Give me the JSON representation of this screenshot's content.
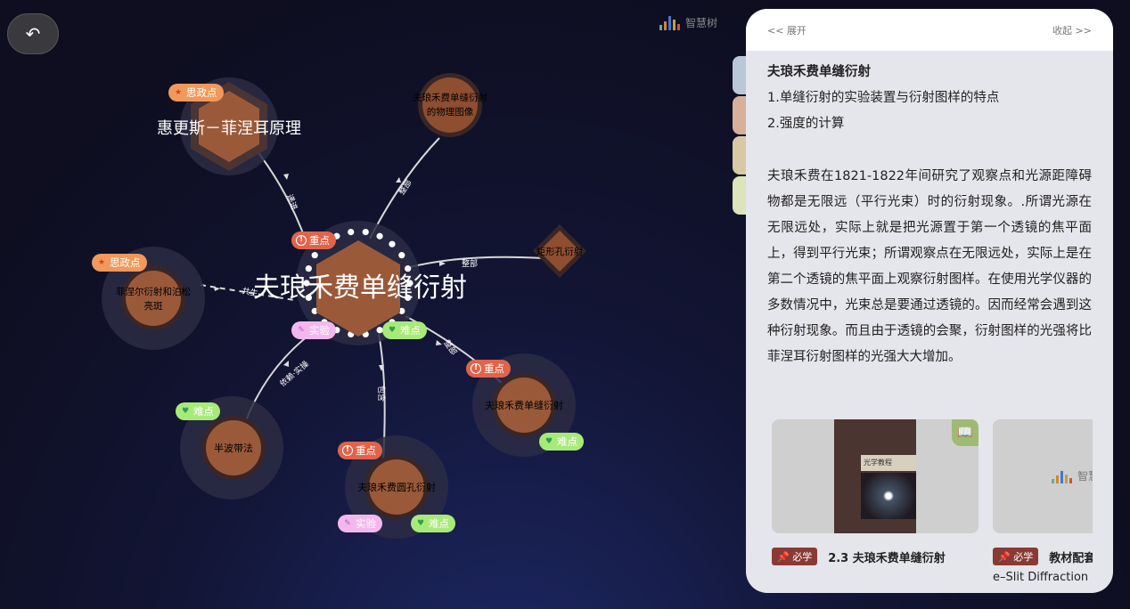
{
  "back_button": {
    "icon": "undo-arrow",
    "glyph": "↶"
  },
  "logo": {
    "text": "智慧树"
  },
  "graph": {
    "center": {
      "label": "夫琅禾费单缝衍射",
      "badges": [
        "重点",
        "实验",
        "难点"
      ]
    },
    "nodes": [
      {
        "id": "huygens",
        "label": "惠更斯－菲涅耳原理",
        "badge": "思政点",
        "edge": "递进"
      },
      {
        "id": "physics",
        "label_lines": [
          "夫琅禾费单缝衍射",
          "的物理图像"
        ],
        "edge": "整部"
      },
      {
        "id": "rect",
        "label": "矩形孔衍射",
        "edge": "整部"
      },
      {
        "id": "fresnel",
        "label_lines": [
          "菲涅尔衍射和泊松",
          "亮斑"
        ],
        "badge": "思政点",
        "edge": "共生"
      },
      {
        "id": "halfwave",
        "label": "半波带法",
        "badge": "难点",
        "edge": "依赖·实操"
      },
      {
        "id": "circle",
        "label": "夫琅禾费圆孔衍射",
        "badges": [
          "重点",
          "实验",
          "难点"
        ],
        "edge": "包含"
      },
      {
        "id": "slit",
        "label": "夫琅禾费单缝衍射",
        "badges": [
          "重点",
          "难点"
        ],
        "edge": "整部"
      }
    ]
  },
  "panel": {
    "expand": "<< 展开",
    "collapse": "收起 >>",
    "title": "夫琅禾费单缝衍射",
    "points": [
      "1.单缝衍射的实验装置与衍射图样的特点",
      "2.强度的计算"
    ],
    "paragraph": "夫琅禾费在1821-1822年间研究了观察点和光源距障碍物都是无限远（平行光束）时的衍射现象。.所谓光源在无限远处，实际上就是把光源置于第一个透镜的焦平面上，得到平行光束；所谓观察点在无限远处，实际上是在第二个透镜的焦平面上观察衍射图样。在使用光学仪器的多数情况中，光束总是要通过透镜的。因而经常会遇到这种衍射现象。而且由于透镜的会聚，衍射图样的光强将比菲涅耳衍射图样的光强大大增加。",
    "tab_colors": [
      "#b9c8d9",
      "#d6b09a",
      "#d8c9a5",
      "#dde3bb"
    ],
    "cards": [
      {
        "tag": "必学",
        "title": "2.3 夫琅禾费单缝衍射",
        "cover_title": "光学教程"
      },
      {
        "tag": "必学",
        "title": "教材配套-",
        "subtitle": "e–Slit Diffraction",
        "logo": "智慧树"
      }
    ]
  },
  "colors": {
    "node": "#9a5a3a",
    "red": "#e0644a",
    "green": "#a8ea78",
    "pink": "#f2b8ee",
    "orange": "#f0995a"
  }
}
